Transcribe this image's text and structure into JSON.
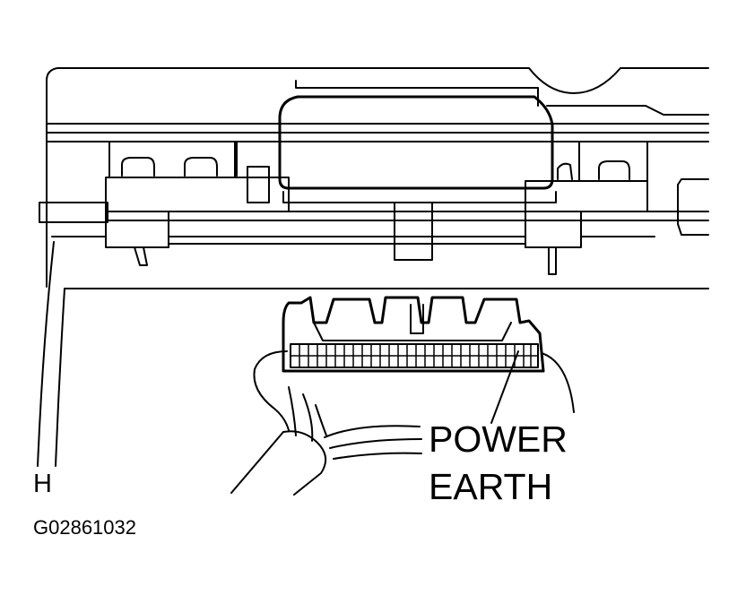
{
  "diagram": {
    "callout_line1": "POWER",
    "callout_line2": "EARTH",
    "view_letter": "H",
    "figure_code": "G02861032"
  }
}
